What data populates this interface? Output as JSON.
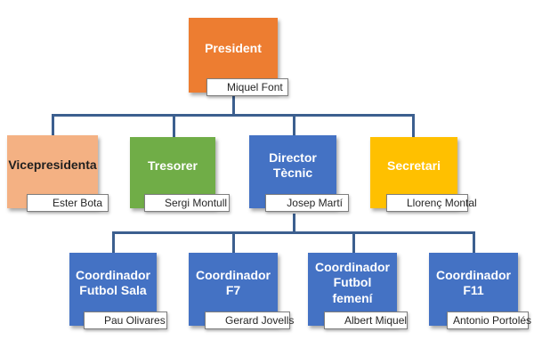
{
  "president": {
    "title": "President",
    "name": "Miquel Font",
    "color": "#ed7d31"
  },
  "level2": [
    {
      "title": "Vicepresidenta",
      "name": "Ester Bota",
      "color": "#f4b183",
      "text_color": "#1f1f1f"
    },
    {
      "title": "Tresorer",
      "name": "Sergi Montull",
      "color": "#70ad47",
      "text_color": "#ffffff"
    },
    {
      "title": "Director Tècnic",
      "name": "Josep Martí",
      "color": "#4472c4",
      "text_color": "#ffffff"
    },
    {
      "title": "Secretari",
      "name": "Llorenç Montal",
      "color": "#ffc000",
      "text_color": "#ffffff"
    }
  ],
  "level3": [
    {
      "title": "Coordinador Futbol Sala",
      "name": "Pau Olivares",
      "color": "#4472c4"
    },
    {
      "title": "Coordinador F7",
      "name": "Gerard Jovells",
      "color": "#4472c4"
    },
    {
      "title": "Coordinador Futbol femení",
      "name": "Albert Miquel",
      "color": "#4472c4"
    },
    {
      "title": "Coordinador F11",
      "name": "Antonio Portolés",
      "color": "#4472c4"
    }
  ],
  "connector_color": "#3c5f8f"
}
